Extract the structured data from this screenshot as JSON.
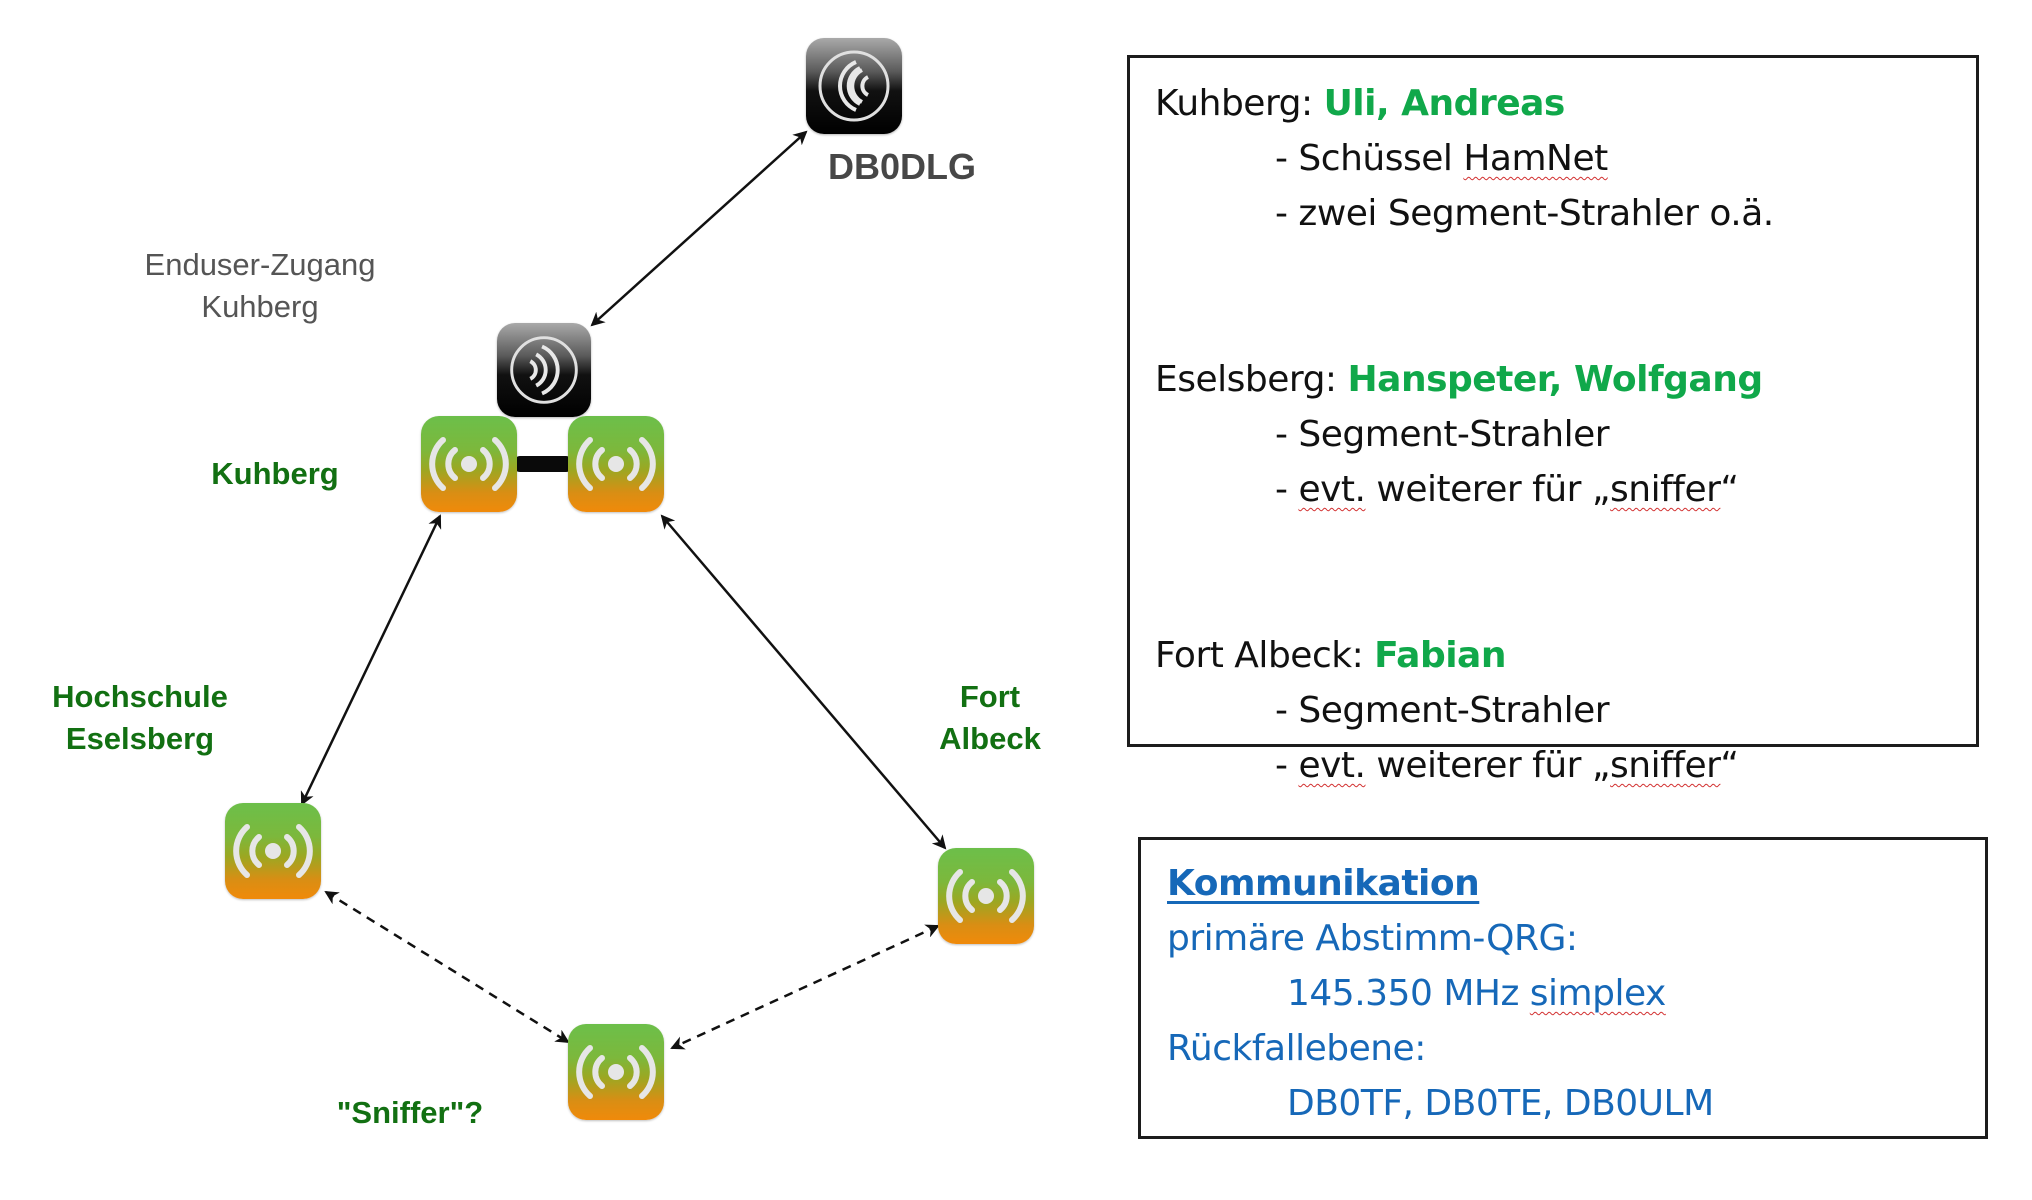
{
  "diagram": {
    "nodes": {
      "db0dlg": {
        "label": "DB0DLG",
        "icon": "antenna-broadcast-icon"
      },
      "enduser": {
        "label_line1": "Enduser-Zugang",
        "label_line2": "Kuhberg",
        "icon": "antenna-broadcast-icon"
      },
      "kuhberg": {
        "label": "Kuhberg",
        "icon": "wireless-radio-icon"
      },
      "eselsberg": {
        "label_line1": "Hochschule",
        "label_line2": "Eselsberg",
        "icon": "wireless-radio-icon"
      },
      "fort_albeck": {
        "label_line1": "Fort",
        "label_line2": "Albeck",
        "icon": "wireless-radio-icon"
      },
      "sniffer": {
        "label": "\"Sniffer\"?",
        "icon": "wireless-radio-icon"
      }
    },
    "links": [
      {
        "from": "db0dlg",
        "to": "enduser",
        "style": "solid",
        "direction": "both"
      },
      {
        "from": "kuhberg-left",
        "to": "kuhberg-right",
        "style": "thick-bar",
        "direction": "none"
      },
      {
        "from": "kuhberg-left",
        "to": "eselsberg",
        "style": "solid",
        "direction": "both"
      },
      {
        "from": "kuhberg-right",
        "to": "fort_albeck",
        "style": "solid",
        "direction": "both"
      },
      {
        "from": "eselsberg",
        "to": "sniffer",
        "style": "dashed",
        "direction": "both"
      },
      {
        "from": "fort_albeck",
        "to": "sniffer",
        "style": "dashed",
        "direction": "both"
      }
    ],
    "colors": {
      "label_green": "#127012",
      "node_green": "#6cbf4a",
      "node_orange": "#f08a0a"
    }
  },
  "people_box": {
    "sections": [
      {
        "site": "Kuhberg:",
        "people": "Uli, Andreas",
        "items": [
          "- Schüssel HamNet",
          "- zwei Segment-Strahler o.ä."
        ]
      },
      {
        "site": "Eselsberg:",
        "people": "Hanspeter, Wolfgang",
        "items": [
          "- Segment-Strahler",
          "- evt. weiterer für „sniffer“"
        ]
      },
      {
        "site": "Fort Albeck:",
        "people": "Fabian",
        "items": [
          "- Segment-Strahler",
          "- evt. weiterer für „sniffer“"
        ]
      }
    ],
    "colors": {
      "people": "#10a84a"
    }
  },
  "comm_box": {
    "title": "Kommunikation",
    "primary_label": "primäre Abstimm-QRG:",
    "primary_value": "145.350 MHz",
    "primary_mode": "simplex",
    "fallback_label": "Rückfallebene:",
    "fallback_value": "DB0TF, DB0TE, DB0ULM",
    "colors": {
      "text": "#1668b8"
    }
  }
}
